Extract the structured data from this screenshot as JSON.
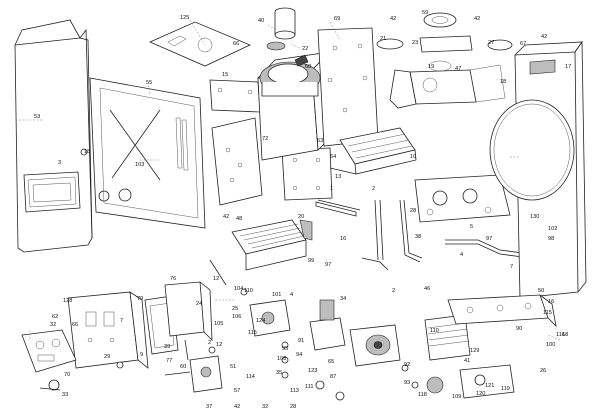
{
  "callouts": [
    "125",
    "40",
    "22",
    "69",
    "42",
    "59",
    "42",
    "66",
    "21",
    "27",
    "42",
    "67",
    "17",
    "53",
    "55",
    "15",
    "68",
    "23",
    "47",
    "18",
    "18",
    "3",
    "103",
    "72",
    "63",
    "64",
    "13",
    "19",
    "10",
    "1",
    "2",
    "42",
    "48",
    "16",
    "28",
    "38",
    "99",
    "97",
    "12",
    "104",
    "110",
    "101",
    "4",
    "76",
    "79",
    "106",
    "128",
    "62",
    "66",
    "7",
    "24",
    "25",
    "34",
    "20",
    "105",
    "115",
    "95",
    "94",
    "91",
    "35",
    "65",
    "87",
    "108",
    "123",
    "111",
    "113",
    "121",
    "119",
    "120",
    "109",
    "118",
    "93",
    "92",
    "46",
    "2",
    "12",
    "9",
    "29",
    "32",
    "33",
    "70",
    "77",
    "60",
    "51",
    "57",
    "39",
    "2",
    "110",
    "114",
    "124",
    "129",
    "41",
    "26",
    "90",
    "102",
    "98",
    "100",
    "116",
    "130",
    "7",
    "5",
    "50",
    "115",
    "97",
    "18",
    "4",
    "16",
    "37",
    "42",
    "32",
    "28"
  ],
  "colors": {
    "line": "#222222",
    "shade": "#bdbdbd",
    "dark": "#444444"
  }
}
